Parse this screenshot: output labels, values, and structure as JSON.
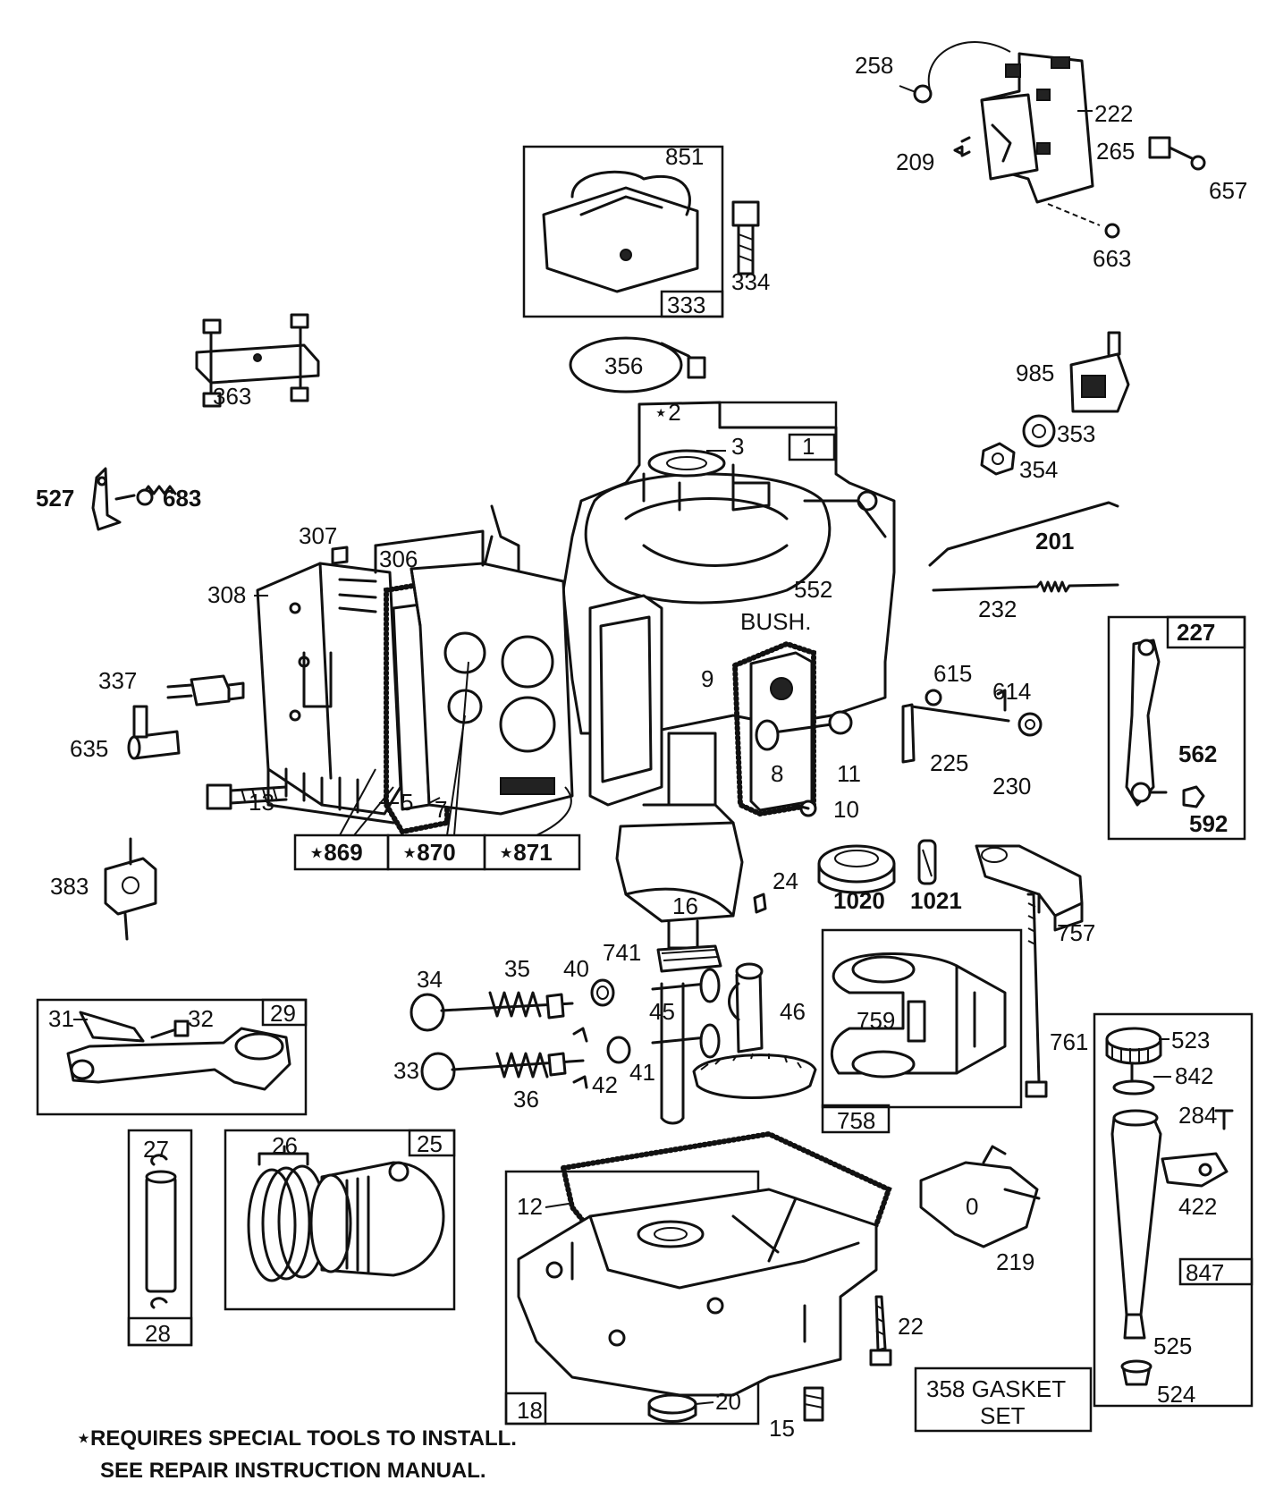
{
  "labels": {
    "p258": "258",
    "p222": "222",
    "p209": "209",
    "p265": "265",
    "p657": "657",
    "p663": "663",
    "p851": "851",
    "p334": "334",
    "p333": "333",
    "p356": "356",
    "p985": "985",
    "p353": "353",
    "p354": "354",
    "p363": "363",
    "p2": "⋆2",
    "p3": "3",
    "p1": "1",
    "p527": "527",
    "p683": "683",
    "p201": "201",
    "p232": "232",
    "p307": "307",
    "p306": "306",
    "p308": "308",
    "p552": "552",
    "bush": "BUSH.",
    "p227": "227",
    "p337": "337",
    "p9": "9",
    "p615": "615",
    "p614": "614",
    "p225": "225",
    "p230": "230",
    "p562": "562",
    "p592": "592",
    "p635": "635",
    "p8": "8",
    "p11": "11",
    "p13": "13",
    "p5": "5",
    "p7": "7",
    "p10": "10",
    "p869": "⋆869",
    "p870": "⋆870",
    "p871": "⋆871",
    "p1020": "1020",
    "p1021": "1021",
    "p383": "383",
    "p24": "24",
    "p16": "16",
    "p757": "757",
    "p741": "741",
    "p34": "34",
    "p35": "35",
    "p40": "40",
    "p45": "45",
    "p46": "46",
    "p759": "759",
    "p761": "761",
    "p31": "31",
    "p32": "32",
    "p29": "29",
    "p33": "33",
    "p36": "36",
    "p42": "42",
    "p41": "41",
    "p523": "523",
    "p842": "842",
    "p758": "758",
    "p284": "284",
    "p27": "27",
    "p26": "26",
    "p25": "25",
    "p12": "12",
    "p422": "422",
    "p0": "0",
    "p219": "219",
    "p847": "847",
    "p28": "28",
    "p22": "22",
    "p525": "525",
    "p18": "18",
    "p20": "20",
    "p15": "15",
    "p524": "524",
    "gasket_line1": "358 GASKET",
    "gasket_line2": "SET"
  },
  "footnote": {
    "line1": "⋆REQUIRES SPECIAL TOOLS TO INSTALL.",
    "line2": "SEE REPAIR INSTRUCTION MANUAL."
  }
}
